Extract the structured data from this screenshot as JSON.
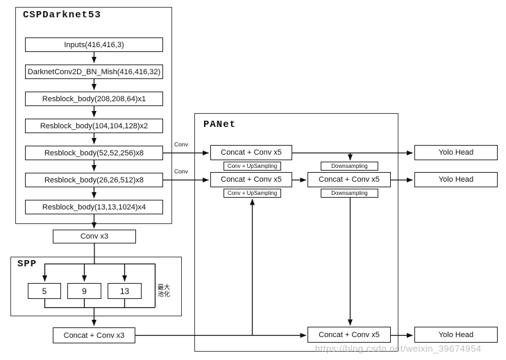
{
  "diagram": {
    "backbone": {
      "title": "CSPDarknet53",
      "layers": [
        "Inputs(416,416,3)",
        "DarknetConv2D_BN_Mish(416,416,32)",
        "Resblock_body(208,208,64)x1",
        "Resblock_body(104,104,128)x2",
        "Resblock_body(52,52,256)x8",
        "Resblock_body(26,26,512)x8",
        "Resblock_body(13,13,1024)x4"
      ]
    },
    "neck": {
      "conv_x3": "Conv x3",
      "spp": {
        "title": "SPP",
        "pool_sizes": [
          "5",
          "9",
          "13"
        ],
        "note_line1": "最大",
        "note_line2": "池化"
      },
      "concat_conv_x3": "Concat + Conv x3",
      "panet": {
        "title": "PANet",
        "concat_conv_x5_top": "Concat + Conv x5",
        "concat_conv_x5_mid_left": "Concat + Conv x5",
        "concat_conv_x5_mid_right": "Concat + Conv x5",
        "concat_conv_x5_bottom": "Concat + Conv x5",
        "conv_upsampling_1": "Conv + UpSampling",
        "conv_upsampling_2": "Conv + UpSampling",
        "downsampling_1": "Downsampling",
        "downsampling_2": "Downsampling"
      },
      "edge_label_conv_1": "Conv",
      "edge_label_conv_2": "Conv"
    },
    "heads": {
      "yolo_head_1": "Yolo Head",
      "yolo_head_2": "Yolo Head",
      "yolo_head_3": "Yolo Head"
    },
    "watermark": "https://blog.csdn.net/weixin_39674954"
  }
}
